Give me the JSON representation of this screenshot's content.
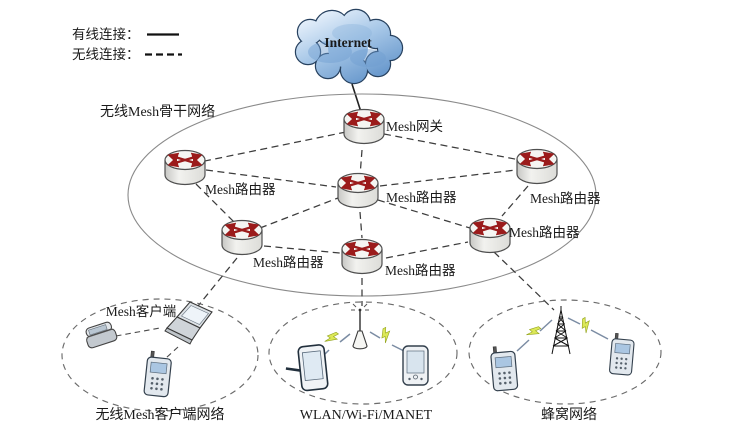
{
  "legend": {
    "wired": {
      "label": "有线连接：",
      "style": "solid"
    },
    "wireless": {
      "label": "无线连接：",
      "style": "dashed"
    }
  },
  "internet": {
    "label": "Internet",
    "icon": "cloud-icon"
  },
  "backbone": {
    "title": "无线Mesh骨干网络",
    "gateway": {
      "label": "Mesh网关",
      "icon": "router-icon"
    },
    "routers": [
      {
        "position": "left",
        "label": "Mesh路由器",
        "icon": "router-icon"
      },
      {
        "position": "center",
        "label": "Mesh路由器",
        "icon": "router-icon"
      },
      {
        "position": "top-right",
        "label": "Mesh路由器",
        "icon": "router-icon"
      },
      {
        "position": "mid-right",
        "label": "Mesh路由器",
        "icon": "router-icon"
      },
      {
        "position": "bottom-left",
        "label": "Mesh路由器",
        "icon": "router-icon"
      },
      {
        "position": "bottom-center",
        "label": "Mesh路由器",
        "icon": "router-icon"
      }
    ]
  },
  "subnets": {
    "mesh_client": {
      "title": "无线Mesh客户端网络",
      "inner_label": "Mesh客户端",
      "devices": [
        "flip-phone-icon",
        "laptop-icon",
        "mobile-phone-icon"
      ]
    },
    "wlan": {
      "title": "WLAN/Wi-Fi/MANET",
      "devices": [
        "access-point-icon",
        "pda-stylus-icon",
        "pda-icon"
      ]
    },
    "cellular": {
      "title": "蜂窝网络",
      "devices": [
        "cell-tower-icon",
        "mobile-phone-icon",
        "mobile-phone-icon"
      ]
    }
  },
  "colors": {
    "cloud_light": "#eaf3fc",
    "cloud_mid": "#a8c8e8",
    "cloud_dark": "#5c8fc7",
    "router_arrow": "#9b1b1b",
    "lightning": "#dce858",
    "radio_link": "#7b8ca3",
    "line": "#3c3c3c",
    "background": "#ffffff"
  }
}
